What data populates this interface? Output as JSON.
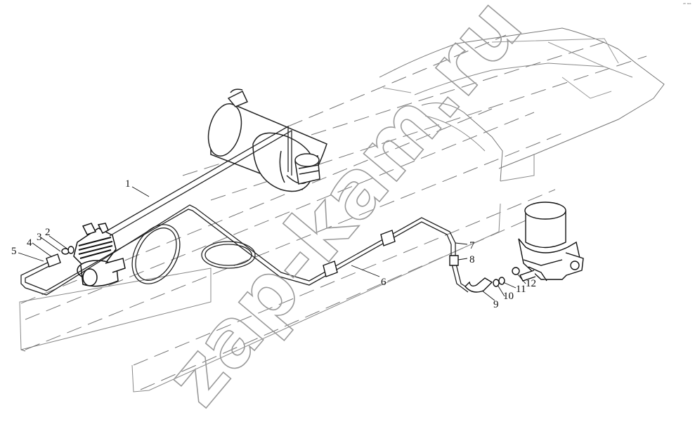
{
  "watermark": "zap-kam.ru",
  "corner_mark": "ᵃʰ ᵃᵃᵃ",
  "callouts": [
    "1",
    "2",
    "3",
    "4",
    "5",
    "6",
    "7",
    "8",
    "9",
    "10",
    "11",
    "12"
  ]
}
